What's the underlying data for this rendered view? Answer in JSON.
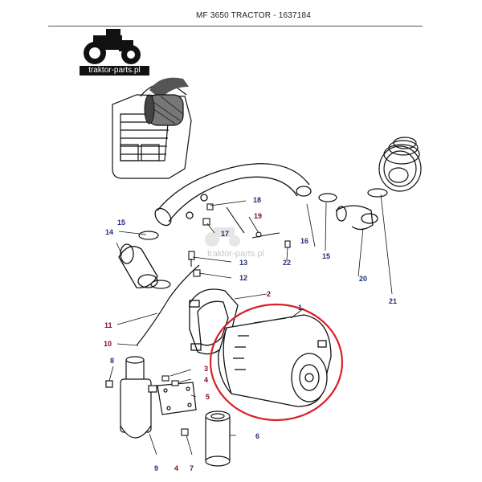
{
  "header": {
    "title": "MF 3650 TRACTOR - 1637184"
  },
  "logo": {
    "text": "traktor-parts.pl",
    "icon": "tractor-icon"
  },
  "watermark": {
    "text": "traktor-parts.pl"
  },
  "colors": {
    "line": "#111111",
    "callout_blue": "#1f2d78",
    "callout_red": "#7a1020",
    "highlight": "#d9202a"
  },
  "parts": {
    "air_cleaner_highlighted": true,
    "callouts": [
      "1",
      "2",
      "3",
      "4",
      "5",
      "6",
      "7",
      "8",
      "9",
      "10",
      "11",
      "12",
      "13",
      "14",
      "15",
      "16",
      "17",
      "18",
      "19",
      "20",
      "21",
      "22"
    ],
    "bottom_4": "4",
    "right_15": "15"
  }
}
